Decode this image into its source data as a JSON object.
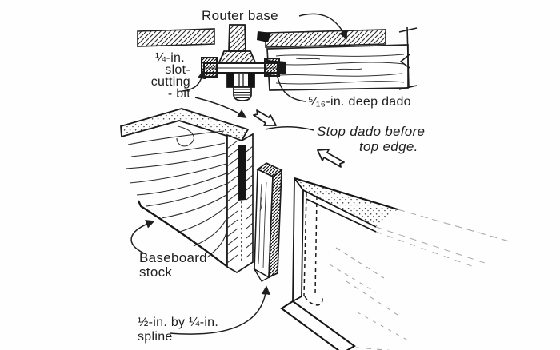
{
  "figure": {
    "title_hint": "Woodworking illustration: routing a spline groove in baseboard stock",
    "colors": {
      "ink": "#1f1f1f",
      "background": "#ffffff"
    },
    "labels": {
      "router_base": "Router base",
      "bit_line1": "¼-in.",
      "bit_line2": "slot-",
      "bit_line3": "cutting",
      "bit_line4": "- bit",
      "deep_dado": "⁵⁄₁₆-in. deep dado",
      "stop_dado_line1": "Stop dado before",
      "stop_dado_line2": "top edge.",
      "baseboard_line1": "Baseboard",
      "baseboard_line2": "stock",
      "spline_line1": "½-in. by ¼-in.",
      "spline_line2": "spline"
    }
  }
}
